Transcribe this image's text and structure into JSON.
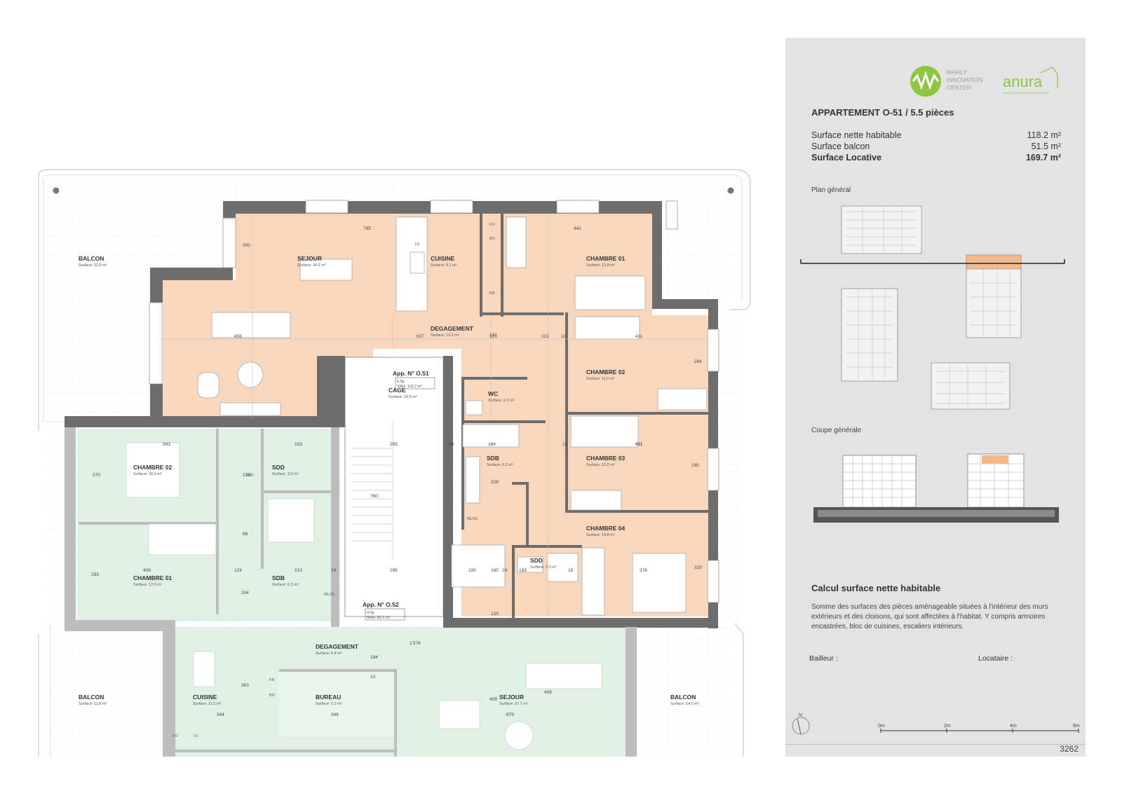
{
  "colors": {
    "apartment_fill": "#f8d7bd",
    "other_apartment_fill": "#d9efdf",
    "wall": "#6d6d6d",
    "panel_bg": "#e3e3e3",
    "logo_green": "#8dc63f"
  },
  "rooms_main": [
    {
      "name": "SEJOUR",
      "surface": "Surface: 34.2 m²"
    },
    {
      "name": "CUISINE",
      "surface": "Surface: 9.1 m²"
    },
    {
      "name": "CHAMBRE 01",
      "surface": "Surface: 12.8 m²"
    },
    {
      "name": "DEGAGEMENT",
      "surface": "Surface: 12.2 m²"
    },
    {
      "name": "CHAMBRE 02",
      "surface": "Surface: 11.5 m²"
    },
    {
      "name": "WC",
      "surface": "Surface: 2.1 m²"
    },
    {
      "name": "SDB",
      "surface": "Surface: 6.2 m²"
    },
    {
      "name": "CHAMBRE 03",
      "surface": "Surface: 12.0 m²"
    },
    {
      "name": "CHAMBRE 04",
      "surface": "Surface: 14.8 m²"
    },
    {
      "name": "SDD",
      "surface": "Surface: 3.3 m²"
    },
    {
      "name": "CAGE",
      "surface": "Surface: 16.5 m²"
    }
  ],
  "rooms_other": [
    {
      "name": "BALCON",
      "surface": "Surface: 51.5 m²"
    },
    {
      "name": "CHAMBRE 02",
      "surface": "Surface: 16.0 m²"
    },
    {
      "name": "SDD",
      "surface": "Surface: 3.3 m²"
    },
    {
      "name": "CHAMBRE 01",
      "surface": "Surface: 12.0 m²"
    },
    {
      "name": "SDB",
      "surface": "Surface: 6.2 m²"
    },
    {
      "name": "DEGAGEMENT",
      "surface": "Surface: 5.4 m²"
    },
    {
      "name": "BALCON",
      "surface": "Surface: 11.8 m²"
    },
    {
      "name": "CUISINE",
      "surface": "Surface: 11.3 m²"
    },
    {
      "name": "BUREAU",
      "surface": "Surface: 6.2 m²"
    },
    {
      "name": "SEJOUR",
      "surface": "Surface: 27.7 m²"
    },
    {
      "name": "BALCON",
      "surface": "Surface: 14.0 m²"
    }
  ],
  "app_tags": [
    {
      "title": "App. N° O.51",
      "line1": "5.5p",
      "line2": "SNH: 118.2 m²"
    },
    {
      "title": "App. N° O.52",
      "line1": "4.0p",
      "line2": "SNH: 92.1 m²"
    }
  ],
  "appliances": [
    "LV",
    "FO",
    "BO",
    "FR",
    "ML/SL",
    "ML/SL",
    "FR",
    "BO",
    "FO",
    "LV"
  ],
  "dims": [
    "785",
    "441",
    "200",
    "456",
    "627",
    "121",
    "121",
    "10",
    "411",
    "411",
    "290",
    "284",
    "290",
    "320",
    "543",
    "183",
    "295",
    "54",
    "184",
    "121",
    "10",
    "411",
    "98",
    "409",
    "124",
    "213",
    "24",
    "295",
    "190",
    "160",
    "24",
    "183",
    "15",
    "378",
    "1'376",
    "344",
    "346",
    "679",
    "409",
    "409",
    "363",
    "204",
    "270",
    "270",
    "293",
    "328",
    "760",
    "120",
    "184",
    "10"
  ],
  "panel": {
    "logo_line1": "MARLY",
    "logo_line2": "INNOVATION",
    "logo_line3": "CENTER",
    "brand": "anura",
    "brand_tag": "AMENAGEMENTS & PROMOTIONS",
    "apartment_title": "APPARTEMENT O-51 / 5.5 pièces",
    "surfaces": [
      {
        "label": "Surface nette habitable",
        "value": "118.2 m²"
      },
      {
        "label": "Surface balcon",
        "value": "51.5 m²"
      },
      {
        "label": "Surface Locative",
        "value": "169.7 m²"
      }
    ],
    "plan_general": "Plan général",
    "coupe_generale": "Coupe générale",
    "calc_title": "Calcul surface nette habitable",
    "calc_text": "Somme des surfaces des pièces aménageable situées à l'intérieur des murs extérieurs et des cloisons, qui sont affectées à l'habitat. Y compris armoires encastrées, bloc de cuisines, escaliers intérieurs.",
    "bailleur": "Bailleur :",
    "locataire": "Locataire :",
    "north": "N",
    "scale_labels": [
      "0m",
      "2m",
      "4m",
      "6m"
    ],
    "page_number": "3262"
  }
}
